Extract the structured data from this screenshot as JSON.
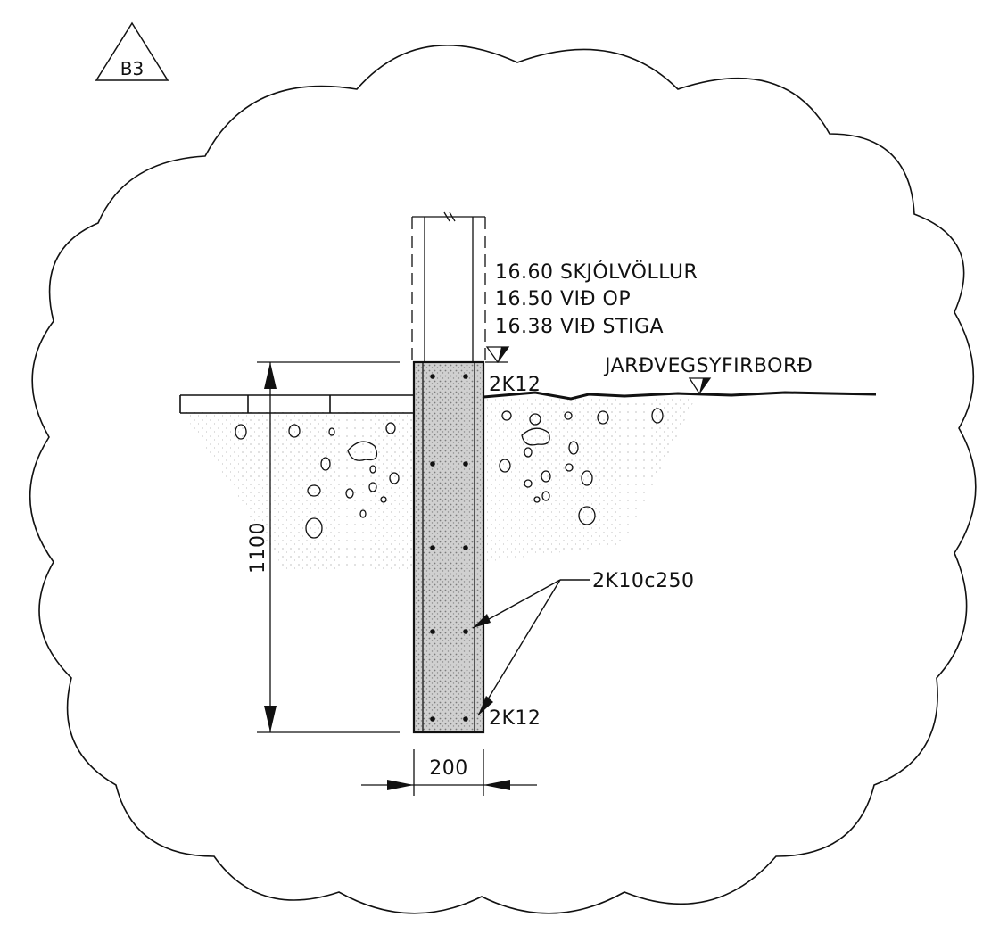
{
  "detail_tag": "B3",
  "elevations": {
    "skjolvollur": "16.60 SKJÓLVÖLLUR",
    "vid_op": "16.50 VIÐ OP",
    "vid_stiga": "16.38 VIÐ STIGA"
  },
  "ground_surface_label": "JARÐVEGSYFIRBORÐ",
  "rebar_top": "2K12",
  "rebar_bottom": "2K12",
  "rebar_stirrups": "2K10c250",
  "dim_height": "1100",
  "dim_width": "200",
  "colors": {
    "ink": "#111111",
    "concrete": "#bdbdbd",
    "soil": "#dcdcdc"
  }
}
